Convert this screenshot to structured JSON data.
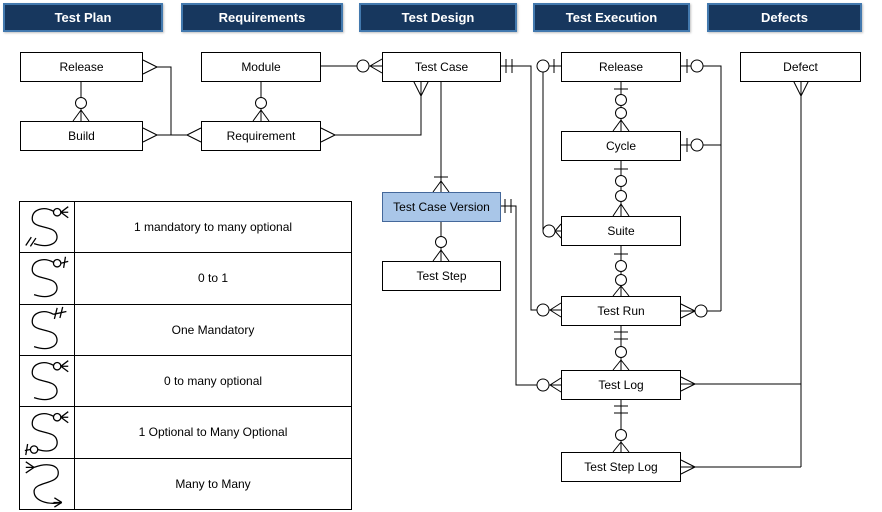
{
  "header": {
    "sections": [
      {
        "label": "Test Plan"
      },
      {
        "label": "Requirements"
      },
      {
        "label": "Test Design"
      },
      {
        "label": "Test Execution"
      },
      {
        "label": "Defects"
      }
    ]
  },
  "entities": {
    "release_tp": {
      "label": "Release"
    },
    "build": {
      "label": "Build"
    },
    "module": {
      "label": "Module"
    },
    "requirement": {
      "label": "Requirement"
    },
    "test_case": {
      "label": "Test Case"
    },
    "test_case_version": {
      "label": "Test Case Version",
      "highlighted": true
    },
    "test_step": {
      "label": "Test Step"
    },
    "release_te": {
      "label": "Release"
    },
    "cycle": {
      "label": "Cycle"
    },
    "suite": {
      "label": "Suite"
    },
    "test_run": {
      "label": "Test Run"
    },
    "test_log": {
      "label": "Test Log"
    },
    "test_step_log": {
      "label": "Test Step Log"
    },
    "defect": {
      "label": "Defect"
    }
  },
  "legend": {
    "rows": [
      {
        "label": "1 mandatory to many optional",
        "symbol": "one-mandatory-to-many-optional"
      },
      {
        "label": "0 to 1",
        "symbol": "zero-to-one"
      },
      {
        "label": "One Mandatory",
        "symbol": "one-mandatory"
      },
      {
        "label": "0 to many optional",
        "symbol": "zero-to-many-optional"
      },
      {
        "label": "1 Optional to Many Optional",
        "symbol": "one-optional-to-many-optional"
      },
      {
        "label": "Many to Many",
        "symbol": "many-to-many"
      }
    ]
  },
  "colors": {
    "header_bg": "#17375E",
    "header_border": "#4379AE",
    "header_text": "#FFFFFF",
    "entity_bg": "#FFFFFF",
    "entity_border": "#000000",
    "highlight_bg": "#A9C6E8",
    "highlight_border": "#44689B",
    "line": "#000000"
  }
}
